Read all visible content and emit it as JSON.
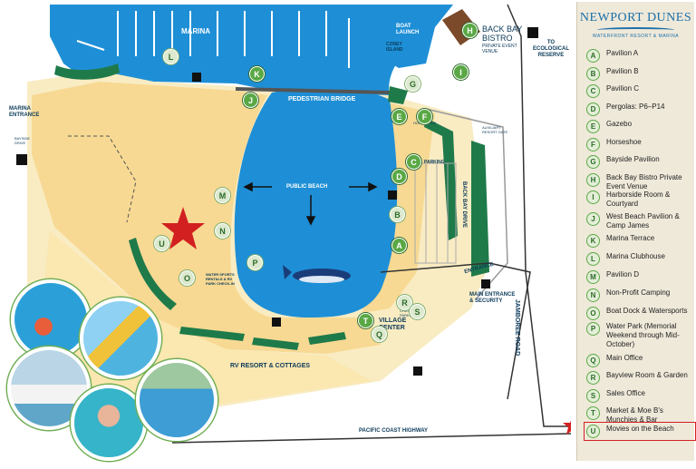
{
  "map": {
    "labels": {
      "marina": "MARINA",
      "marina_entrance": "MARINA\nENTRANCE",
      "bayside_drive": "BAYSIDE\nDRIVE",
      "boat_launch": "BOAT\nLAUNCH",
      "coney_island": "CONEY\nISLAND",
      "back_bay_bistro": "BACK BAY\nBISTRO",
      "private_event_venue": "PRIVATE EVENT\nVENUE",
      "to_ecological_reserve": "TO\nECOLOGICAL\nRESERVE",
      "pedestrian_bridge": "PEDESTRIAN BRIDGE",
      "public_beach": "PUBLIC BEACH",
      "parking": "PARKING",
      "back_bay_drive": "BACK BAY DRIVE",
      "entrance": "ENTRANCE",
      "main_entrance": "MAIN ENTRANCE\n& SECURITY",
      "village_center": "VILLAGE\nCENTER",
      "rv_resort": "RV RESORT & COTTAGES",
      "jamboree_road": "JAMBOREE ROAD",
      "pacific_coast_highway": "PACIFIC COAST HIGHWAY",
      "auxiliary_gate": "AUXILIARY\nRESORT GATE",
      "boat_wash": "BOAT\nWASH",
      "horseshoe": "HORSESHOE",
      "water_sports": "WATER SPORTS\nRENTALS & RV\nPARK CHECK-IN",
      "check_in": "CHECK-IN\nPARKING"
    },
    "markers": [
      "A",
      "B",
      "C",
      "D",
      "E",
      "F",
      "G",
      "H",
      "I",
      "J",
      "K",
      "L",
      "M",
      "N",
      "O",
      "P",
      "Q",
      "R",
      "S",
      "T",
      "U"
    ]
  },
  "legend": {
    "logo_title": "NEWPORT DUNES",
    "logo_subtitle": "WATERFRONT RESORT & MARINA",
    "items": [
      {
        "letter": "A",
        "label": "Pavilion A"
      },
      {
        "letter": "B",
        "label": "Pavilion B"
      },
      {
        "letter": "C",
        "label": "Pavilion C"
      },
      {
        "letter": "D",
        "label": "Pergolas: P6–P14"
      },
      {
        "letter": "E",
        "label": "Gazebo"
      },
      {
        "letter": "F",
        "label": "Horseshoe"
      },
      {
        "letter": "G",
        "label": "Bayside Pavilion"
      },
      {
        "letter": "H",
        "label": "Back Bay Bistro Private Event Venue"
      },
      {
        "letter": "I",
        "label": "Harborside Room & Courtyard"
      },
      {
        "letter": "J",
        "label": "West Beach Pavilion & Camp James"
      },
      {
        "letter": "K",
        "label": "Marina Terrace"
      },
      {
        "letter": "L",
        "label": "Marina Clubhouse"
      },
      {
        "letter": "M",
        "label": "Pavilion D"
      },
      {
        "letter": "N",
        "label": "Non-Profit Camping"
      },
      {
        "letter": "O",
        "label": "Boat Dock & Watersports"
      },
      {
        "letter": "P",
        "label": "Water Park (Memorial Weekend through Mid-October)"
      },
      {
        "letter": "Q",
        "label": "Main Office"
      },
      {
        "letter": "R",
        "label": "Bayview Room & Garden"
      },
      {
        "letter": "S",
        "label": "Sales Office"
      },
      {
        "letter": "T",
        "label": "Market & Moe B's Munchies & Bar"
      },
      {
        "letter": "U",
        "label": "Movies on the Beach"
      }
    ]
  },
  "colors": {
    "water": "#1e8fd6",
    "sand": "#f7d993",
    "green": "#1f7a4a",
    "legend_bg": "#efe9da",
    "highlight": "#d22020"
  }
}
